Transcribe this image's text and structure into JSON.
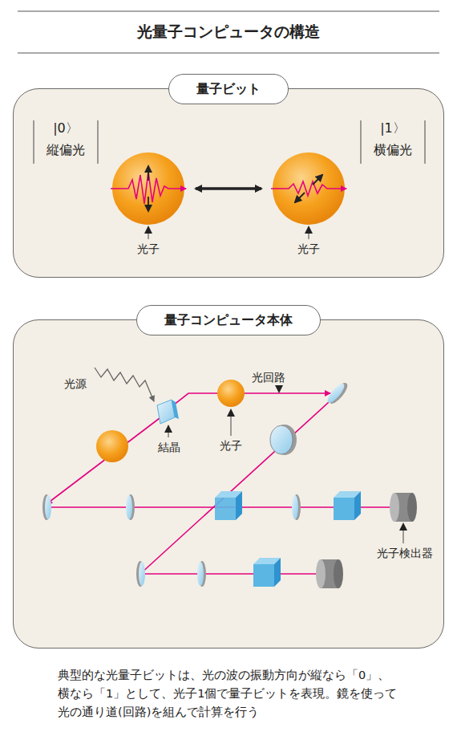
{
  "diagram": {
    "title": "光量子コンピュータの構造",
    "caption": "典型的な光量子ビットは、光の波の振動方向が縦なら「0」、横なら「1」として、光子1個で量子ビットを表現。鏡を使って光の通り道(回路)を組んで計算を行う",
    "nodes": [
      {
        "text": [
          "量子ビット"
        ]
      },
      {
        "text": [
          "量子コンピュータ本体"
        ]
      }
    ],
    "labels": [
      "|0〉",
      "縦偏光",
      "|1〉",
      "横偏光",
      "光子",
      "光子",
      "光源",
      "結晶",
      "光子",
      "光回路",
      "光子検出器"
    ]
  }
}
